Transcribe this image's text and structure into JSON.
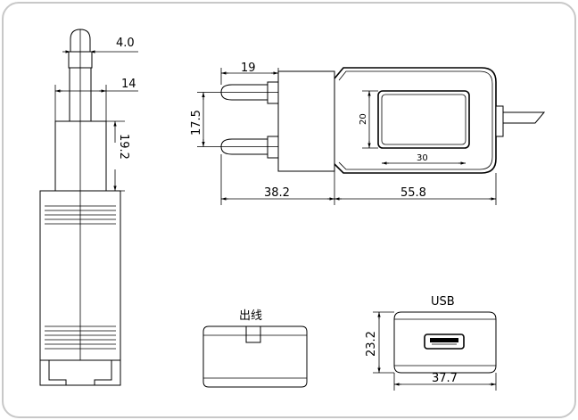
{
  "dimensions": {
    "pin_diameter": "4.0",
    "pin_spacing_side": "14",
    "pin_length": "19.2",
    "top_pin_offset": "19",
    "pin_pitch": "17.5",
    "window_height": "20",
    "window_width": "30",
    "plug_depth": "38.2",
    "body_depth": "55.8",
    "usb_height": "23.2",
    "usb_width": "37.7"
  },
  "labels": {
    "cable_exit": "出线",
    "usb": "USB"
  }
}
